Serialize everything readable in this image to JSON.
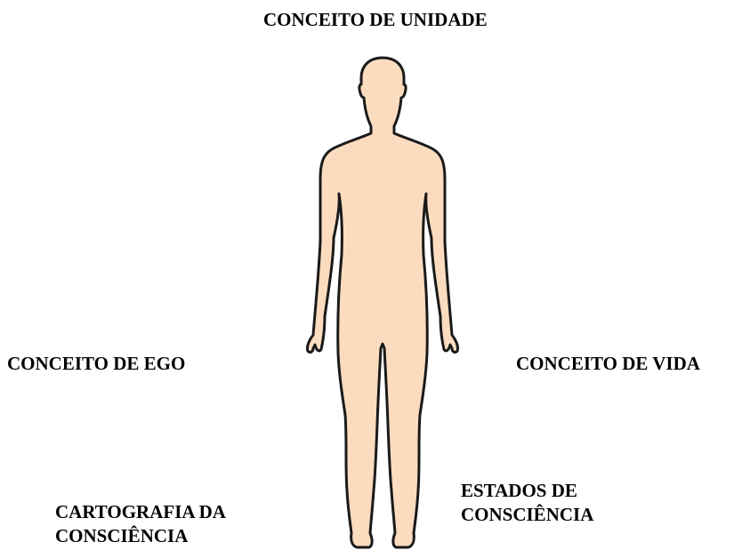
{
  "labels": {
    "top": "CONCEITO DE UNIDADE",
    "left": "CONCEITO DE EGO",
    "right": "CONCEITO DE VIDA",
    "bottom_left": [
      "CARTOGRAFIA DA",
      "CONSCIÊNCIA"
    ],
    "bottom_right": [
      "ESTADOS DE",
      "CONSCIÊNCIA"
    ]
  },
  "figure": {
    "icon": "human-body-silhouette",
    "skin_color": "#FCDCBE",
    "outline_color": "#1a1a1a"
  }
}
